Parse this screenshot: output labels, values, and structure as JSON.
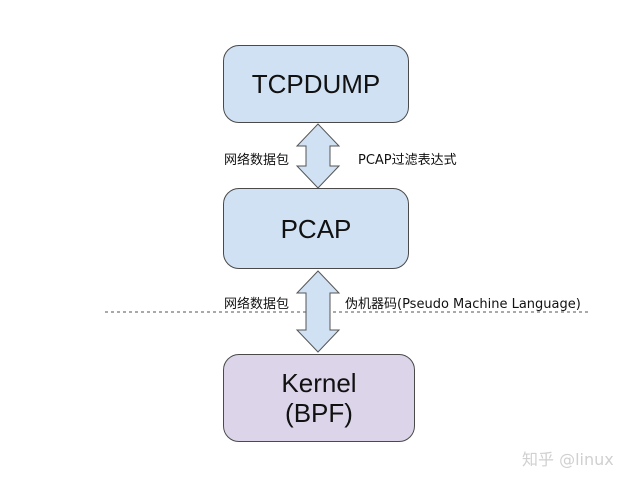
{
  "nodes": {
    "tcpdump": {
      "label": "TCPDUMP",
      "color": "#cfe1f3"
    },
    "pcap": {
      "label": "PCAP",
      "color": "#cfe1f3"
    },
    "kernel": {
      "line1": "Kernel",
      "line2": "(BPF)",
      "color": "#dcd5ea"
    }
  },
  "edges": {
    "tcpdump_pcap": {
      "left_label": "网络数据包",
      "right_label": "PCAP过滤表达式"
    },
    "pcap_kernel": {
      "left_label": "网络数据包",
      "right_label": "伪机器码(Pseudo Machine Language)"
    }
  },
  "arrow_color": "#cfe1f3",
  "watermark": "知乎 @linux"
}
